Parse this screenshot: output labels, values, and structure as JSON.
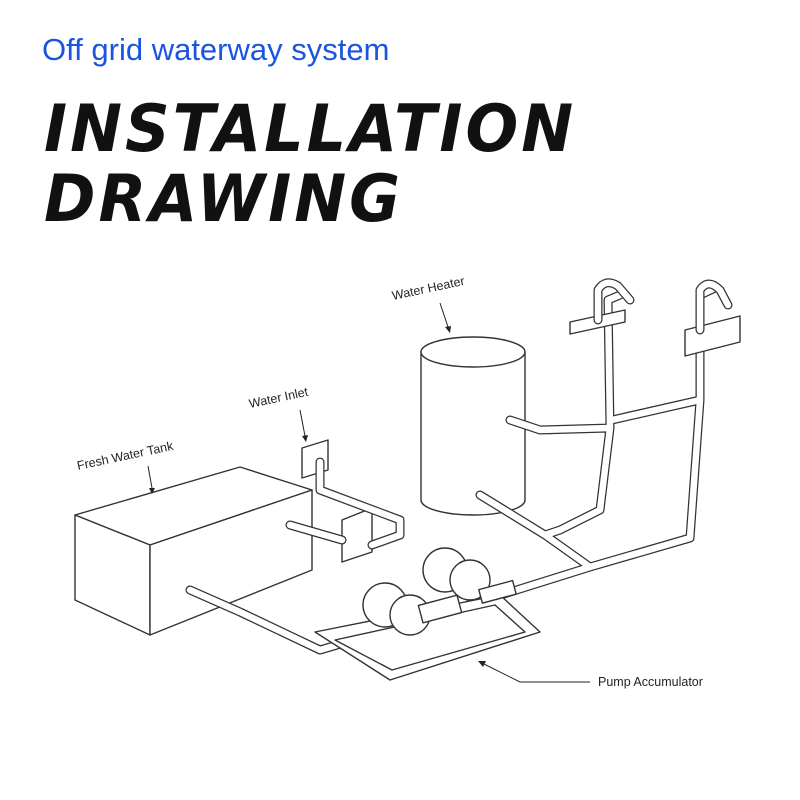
{
  "header": {
    "subtitle": "Off grid waterway system",
    "title_line1": "INSTALLATION",
    "title_line2": "DRAWING"
  },
  "labels": {
    "fresh_water_tank": "Fresh Water Tank",
    "water_inlet": "Water Inlet",
    "water_heater": "Water Heater",
    "pump_accumulator": "Pump Accumulator"
  },
  "colors": {
    "accent": "#1a55e0",
    "ink": "#333333"
  }
}
